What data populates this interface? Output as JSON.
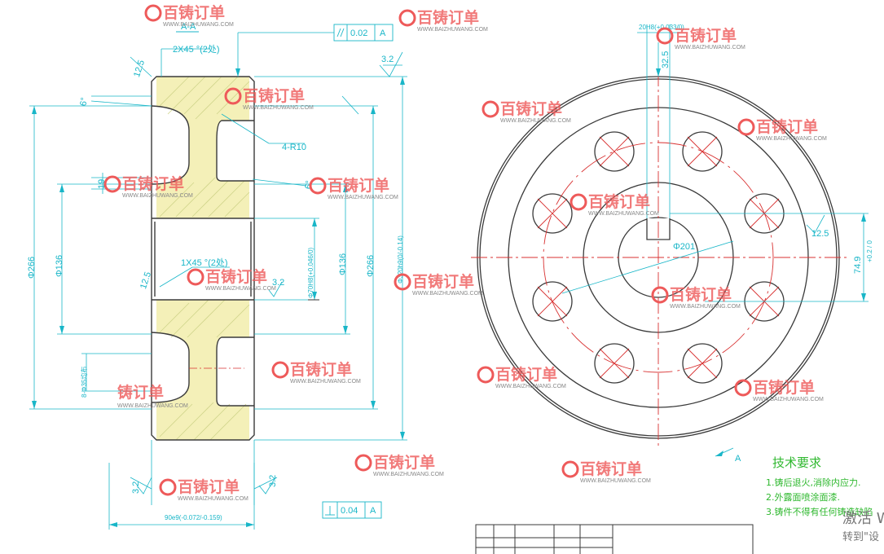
{
  "section_label": "A-A",
  "dimensions": {
    "chamfer_top": "2X45 °(2处)",
    "chamfer_bore": "1X45 °(2处)",
    "radius": "4-R10",
    "draft_angle_top": "6°",
    "draft_angle_mid": "6°",
    "dim_19": "19",
    "dim_12_5_left": "12.5",
    "dim_12_5_bore": "12.5",
    "dia_266_left": "Φ266",
    "dia_136_left": "Φ136",
    "holes": "8-Φ35均布",
    "bore": "Φ70H8(+0.046/0)",
    "dia_136_right": "Φ136",
    "dia_266_right": "Φ266",
    "dia_320": "Φ320h9(0/-0.14)",
    "width": "90e9(-0.072/-0.159)",
    "roughness_top": "3.2",
    "roughness_bottom_left": "3.2",
    "roughness_bottom_right": "3.2",
    "roughness_mid": "3.2",
    "keyway_width": "20H8(+0.033/0)",
    "keyway_depth": "32.5",
    "pitch_circle": "Φ201",
    "keyway_height": "74.9",
    "keyway_tol": "+0.2 / 0",
    "roughness_keyway": "12.5",
    "view_marker": "A"
  },
  "tolerances": {
    "parallel": {
      "value": "0.02",
      "datum": "A"
    },
    "perpendicular": {
      "value": "0.04",
      "datum": "A"
    }
  },
  "tech_requirements": {
    "title": "技术要求",
    "items": [
      "1.铸后退火,消除内应力.",
      "2.外露面喷涂面漆.",
      "3.铸件不得有任何铸造缺陷"
    ]
  },
  "watermark": {
    "brand": "百铸订单",
    "brand_partial": "铸订单",
    "url": "WWW.BAIZHUWANG.COM"
  },
  "system_overlay": {
    "line1": "激活 W",
    "line2": "转到\"设"
  },
  "colors": {
    "outline": "#3a3a3a",
    "dimension": "#19b6c8",
    "center": "#d83030",
    "hatch": "#f4f0b8",
    "note": "#2fb82f"
  }
}
